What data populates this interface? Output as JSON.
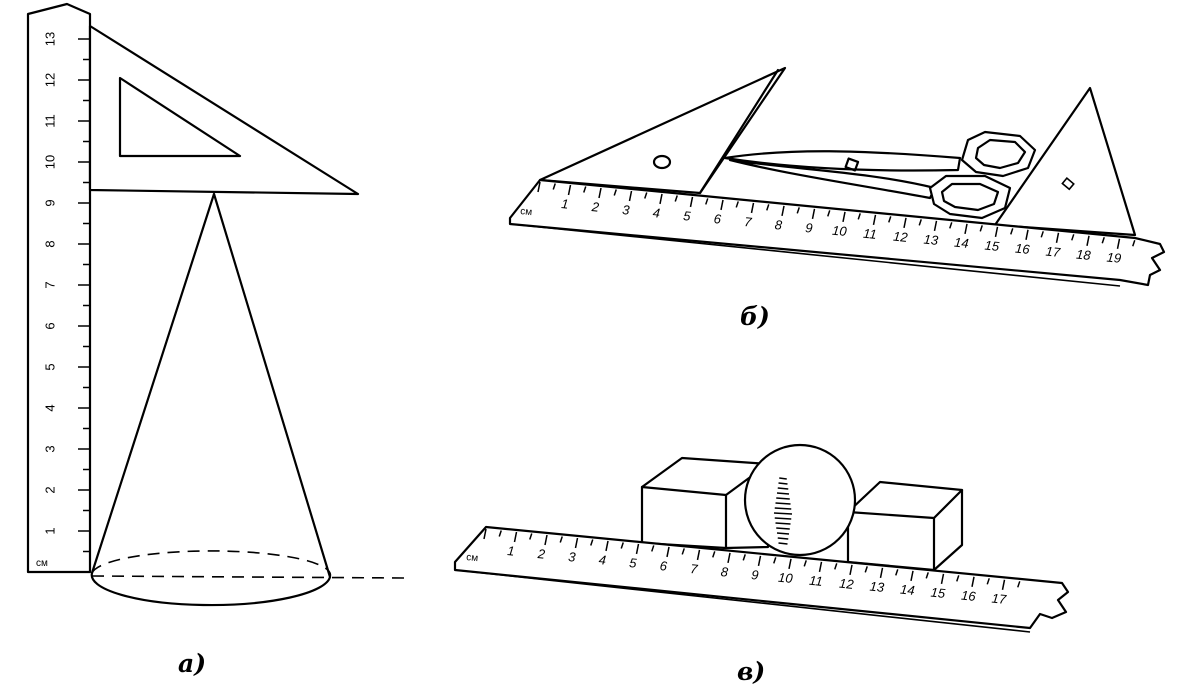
{
  "figure_a": {
    "caption": "а)",
    "ruler": {
      "unit": "см",
      "labels": [
        "1",
        "2",
        "3",
        "4",
        "5",
        "6",
        "7",
        "8",
        "9",
        "10",
        "11",
        "12",
        "13"
      ]
    }
  },
  "figure_b": {
    "caption": "б)",
    "ruler": {
      "unit": "см",
      "labels": [
        "1",
        "2",
        "3",
        "4",
        "5",
        "6",
        "7",
        "8",
        "9",
        "10",
        "11",
        "12",
        "13",
        "14",
        "15",
        "16",
        "17",
        "18",
        "19"
      ]
    }
  },
  "figure_c": {
    "caption": "в)",
    "ruler": {
      "unit": "см",
      "labels": [
        "1",
        "2",
        "3",
        "4",
        "5",
        "6",
        "7",
        "8",
        "9",
        "10",
        "11",
        "12",
        "13",
        "14",
        "15",
        "16",
        "17"
      ]
    }
  }
}
